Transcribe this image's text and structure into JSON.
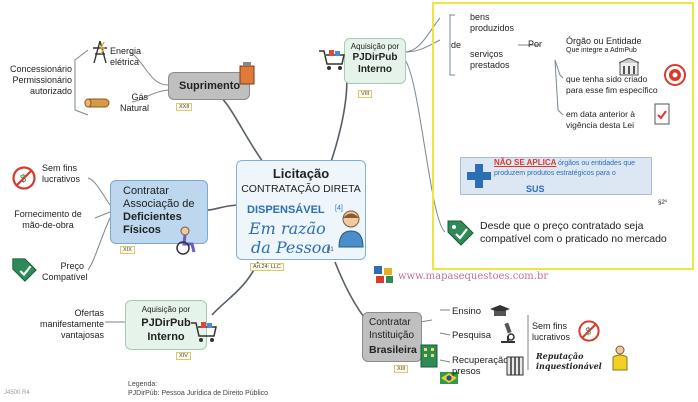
{
  "center": {
    "title": "Licitação",
    "subtitle": "CONTRATAÇÃO DIRETA",
    "dispensavel": "DISPENSÁVEL",
    "ref": "[4]",
    "razao1": "Em razão",
    "razao2": "da Pessoa",
    "num": "01",
    "art": "Art.24: LLC"
  },
  "suprimento": {
    "label": "Suprimento",
    "roman": "XXII",
    "left_label": "Concessionário Permissionário autorizado",
    "energia": "Energia elétrica",
    "gas": "Gás Natural"
  },
  "aquisicao_top": {
    "line1": "Aquisição por",
    "line2": "PJDirPub",
    "line3": "Interno",
    "roman": "VIII",
    "de": "de",
    "bens": "bens produzidos",
    "servicos": "serviços prestados",
    "por": "Por",
    "orgao1": "Órgão ou Entidade",
    "orgao2": "Que integre a AdmPub",
    "criado": "que tenha sido criado para esse fim específico",
    "data": "em data anterior à vigência desta Lei",
    "nao_se_aplica": "NÃO SE APLICA",
    "orgaos_text": "órgãos ou entidades que produzem produtos estratégicos para o",
    "sus": "SUS",
    "ref2": "§2º",
    "preco": "Desde que o preço contratado seja compatível com o praticado no mercado"
  },
  "deficientes": {
    "line1": "Contratar",
    "line2": "Associação de",
    "line3": "Deficientes",
    "line4": "Físicos",
    "roman": "XIX",
    "sem_fins": "Sem fins lucrativos",
    "fornecimento": "Fornecimento de mão-de-obra",
    "preco": "Preço Compatível"
  },
  "aquisicao_bottom": {
    "line1": "Aquisição por",
    "line2": "PJDirPub",
    "line3": "Interno",
    "roman": "XIV",
    "ofertas": "Ofertas manifestamente vantajosas"
  },
  "instituicao": {
    "line1": "Contratar",
    "line2": "Instituição",
    "line3": "Brasileira",
    "roman": "XIII",
    "ensino": "Ensino",
    "pesquisa": "Pesquisa",
    "recuperacao": "Recuperação de presos",
    "sem_fins": "Sem fins lucrativos",
    "reputacao": "Reputação inquestionável"
  },
  "website": "www.mapasequestoes.com.br",
  "legend": {
    "title": "Legenda:",
    "text": "PJDirPúb: Pessoa Jurídica de Direito Público"
  },
  "code": "J4500 R4",
  "colors": {
    "accent_blue": "#2a6fb6",
    "yellow_border": "#f0e442",
    "suprimento_gray": "#bfbfbf",
    "deficientes_blue": "#bcd7ee",
    "red": "#d93a2b",
    "green": "#2e8b57"
  }
}
